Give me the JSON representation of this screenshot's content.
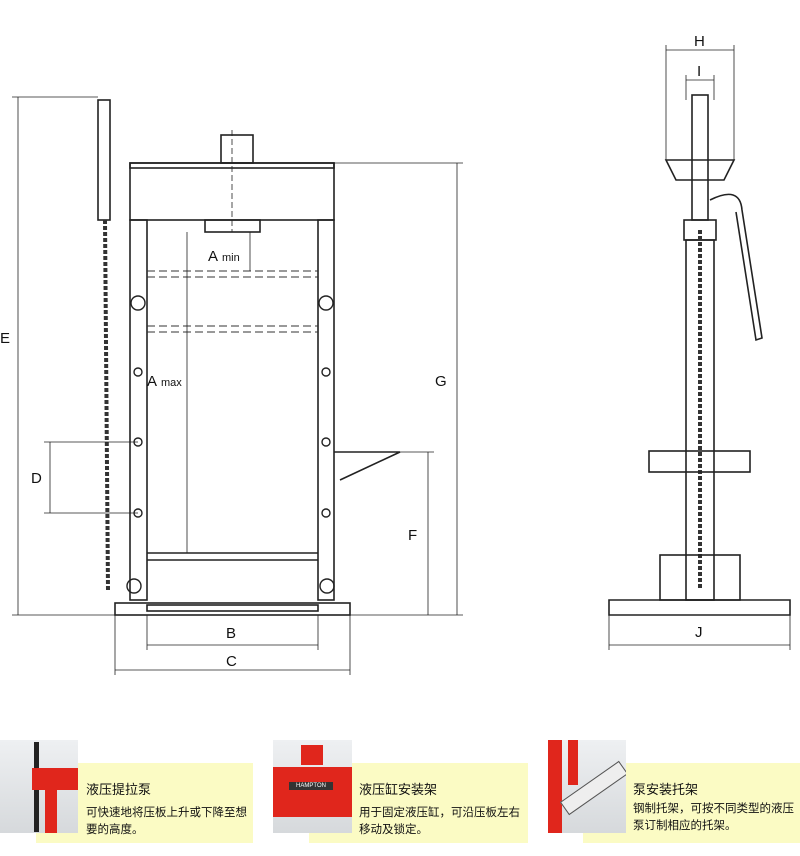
{
  "dimensions": {
    "a_min": "A",
    "a_min_sub": "min",
    "a_max": "A",
    "a_max_sub": "max",
    "b": "B",
    "c": "C",
    "d": "D",
    "e": "E",
    "f": "F",
    "g": "G",
    "h": "H",
    "i": "I",
    "j": "J"
  },
  "features": [
    {
      "title": "液压提拉泵",
      "text": "可快速地将压板上升或下降至想要的高度。"
    },
    {
      "title": "液压缸安装架",
      "text": "用于固定液压缸，可沿压板左右移动及锁定。",
      "brand": "HAMPTON"
    },
    {
      "title": "泵安装托架",
      "text": "钢制托架，可按不同类型的液压泵订制相应的托架。"
    }
  ],
  "colors": {
    "panel_bg": "#fbfbc4",
    "press_red": "#e0261c"
  }
}
